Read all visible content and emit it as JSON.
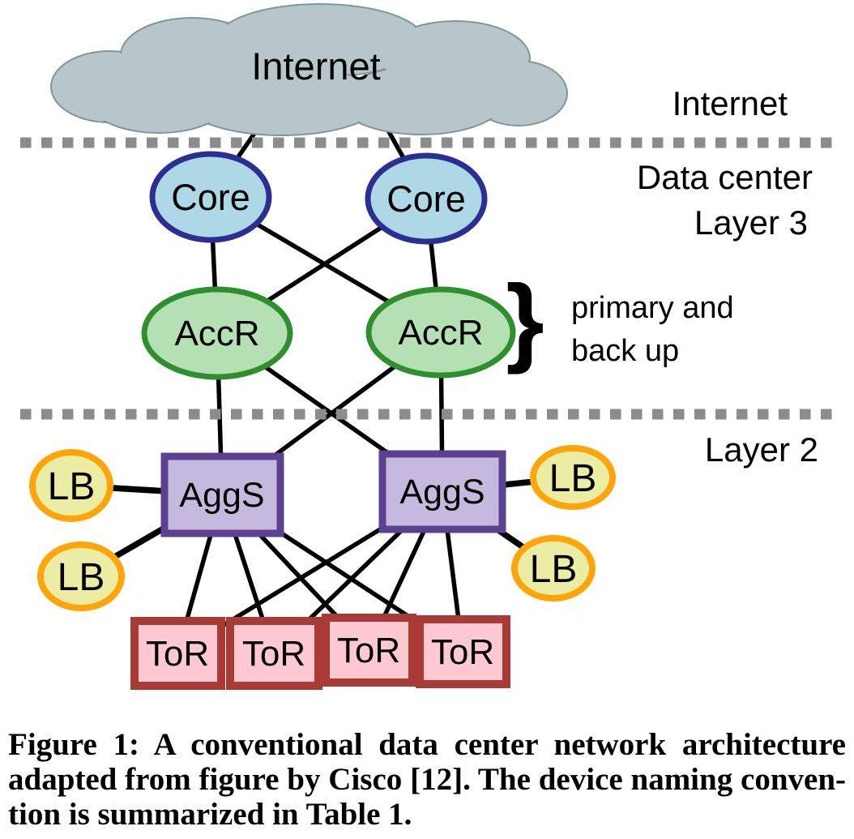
{
  "figure": {
    "cloud_label": "Internet",
    "side_labels": {
      "internet": "Internet",
      "data_center": "Data center",
      "layer_3": "Layer 3",
      "layer_2": "Layer 2"
    },
    "annotation": {
      "brace": "}",
      "line1": "primary and",
      "line2": "back up"
    },
    "nodes": {
      "core": [
        "Core",
        "Core"
      ],
      "accr": [
        "AccR",
        "AccR"
      ],
      "aggs": [
        "AggS",
        "AggS"
      ],
      "lb": [
        "LB",
        "LB",
        "LB",
        "LB"
      ],
      "tor": [
        "ToR",
        "ToR",
        "ToR",
        "ToR"
      ]
    }
  },
  "caption": {
    "line1": "Figure 1: A conventional data center network architecture",
    "line2": "adapted from figure by Cisco [12]. The device naming conven-",
    "line3": "tion is summarized in Table 1."
  },
  "colors": {
    "edge": "#000000",
    "separator": "#8c8c8c",
    "cloud_fill": "#b7c7c9",
    "cloud_stroke": "#7e979a",
    "core_fill": "#aed8e6",
    "core_stroke": "#2b2f92",
    "accr_fill": "#b4e0b4",
    "accr_stroke": "#2f8f2f",
    "aggs_fill": "#c6b9de",
    "aggs_stroke": "#5c4193",
    "lb_fill": "#ebeda4",
    "lb_stroke": "#ffa50a",
    "tor_fill": "#ffc9d4",
    "tor_stroke": "#a93b37"
  }
}
